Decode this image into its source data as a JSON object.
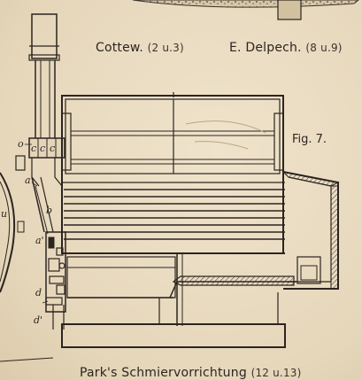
{
  "captions": {
    "left_name": "Cottew.",
    "left_ref": "(2 u.3)",
    "right_name": "E. Delpech.",
    "right_ref": "(8 u.9)",
    "figure": "Fig. 7.",
    "bottom_name": "Park's Schmiervorrichtung",
    "bottom_ref": "(12 u.13)"
  },
  "part_labels": {
    "o": "o",
    "c1": "c",
    "c2": "c",
    "c3": "c",
    "a_top": "a",
    "b": "b",
    "a_mid": "a'",
    "d": "d",
    "d2": "d'",
    "left_edge": "u"
  },
  "colors": {
    "paper": "#e9dcc3",
    "ink": "#2b2520"
  }
}
